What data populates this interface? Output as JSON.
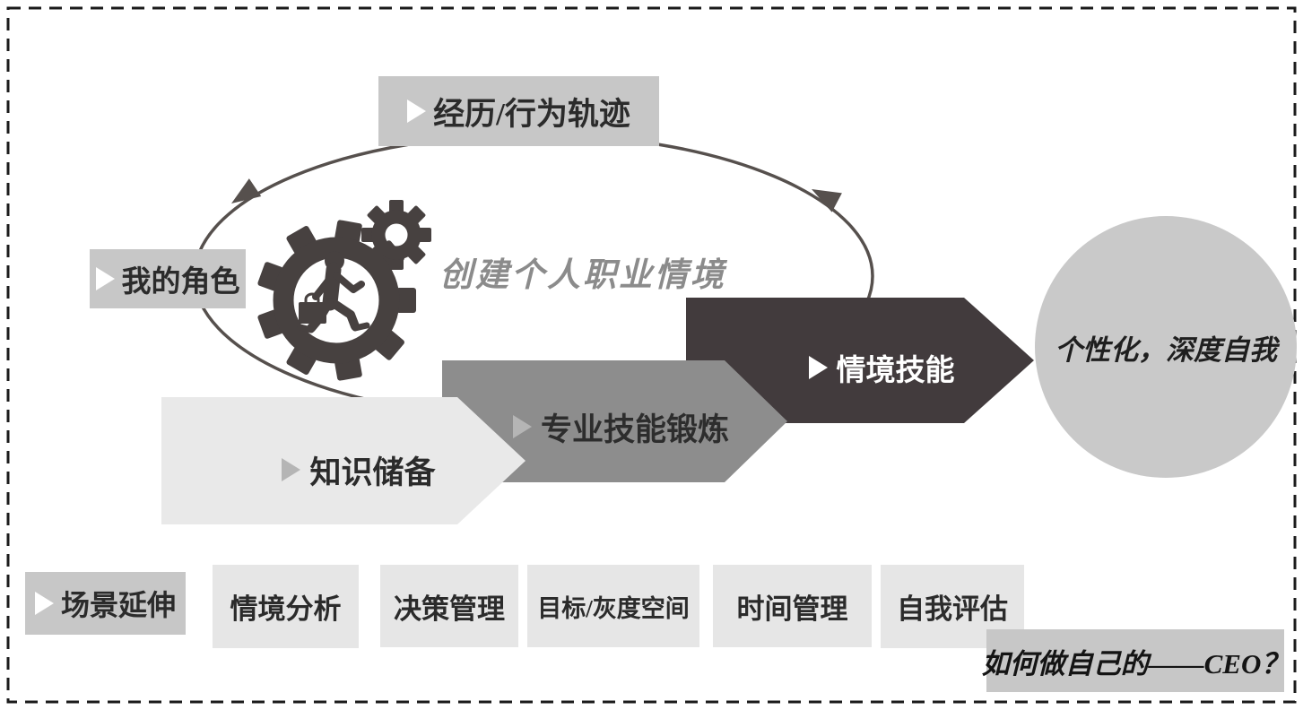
{
  "diagram": {
    "cycle": {
      "top_label": "经历/行为轨迹",
      "left_label": "我的角色",
      "center_caption": "创建个人职业情境"
    },
    "stages": [
      {
        "label": "知识储备"
      },
      {
        "label": "专业技能锻炼"
      },
      {
        "label": "情境技能"
      }
    ],
    "outcome_label": "个性化，深度自我",
    "bottom_row": {
      "lead_label": "场景延伸",
      "items": [
        {
          "label": "情境分析"
        },
        {
          "label": "决策管理"
        },
        {
          "label": "目标/灰度空间"
        },
        {
          "label": "时间管理"
        },
        {
          "label": "自我评估"
        }
      ]
    },
    "footer_question": "如何做自己的——CEO？"
  },
  "icons": {
    "bullet": "right-triangle-icon",
    "center": "gear-businessman-icon",
    "loop": "ellipse-arrow-cycle"
  },
  "colors": {
    "frame-border": "#1b1b1b",
    "box-gray": "#c7c7c7",
    "box-light": "#e6e6e6",
    "chevron-1": "#e9e9e9",
    "chevron-2": "#8d8d8d",
    "chevron-3": "#423b3d",
    "circle-gray": "#c9c9c9",
    "arc": "#56504d",
    "gear": "#474140",
    "text-dark": "#2b2b2b",
    "text-light": "#ffffff",
    "caption-gray": "#8b8b8b",
    "bullet-gray": "#b5b5b5"
  }
}
